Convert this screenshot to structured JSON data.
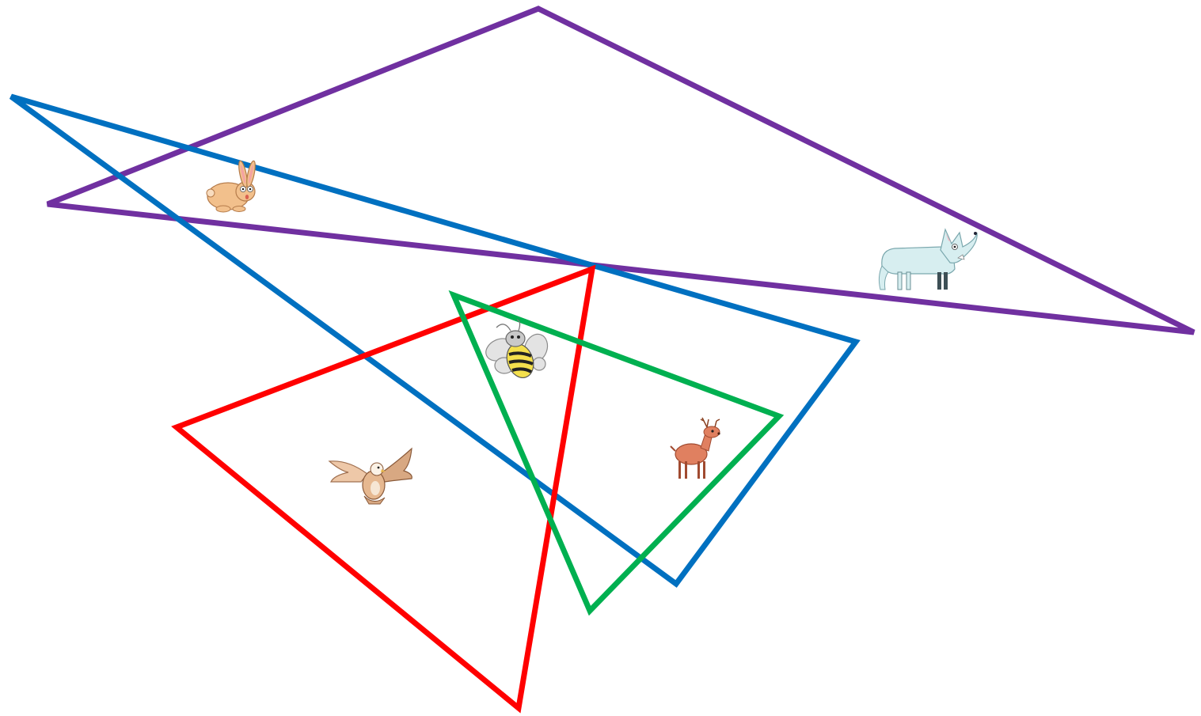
{
  "colors": {
    "background": "#ffffff",
    "purple": "#7030a0",
    "blue": "#0070c0",
    "red": "#ff0000",
    "green": "#00b050"
  },
  "triangles": [
    {
      "name": "purple-triangle",
      "color": "#7030a0"
    },
    {
      "name": "blue-triangle",
      "color": "#0070c0"
    },
    {
      "name": "red-triangle",
      "color": "#ff0000"
    },
    {
      "name": "green-triangle",
      "color": "#00b050"
    }
  ],
  "animals": [
    "rabbit-icon",
    "wolf-icon",
    "bee-icon",
    "deer-icon",
    "eagle-icon"
  ]
}
